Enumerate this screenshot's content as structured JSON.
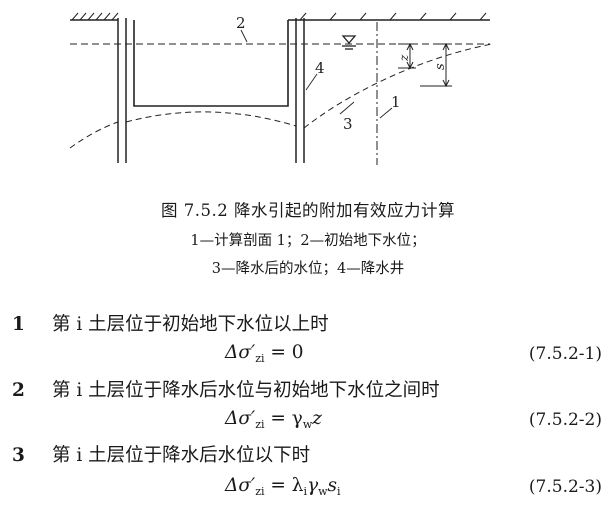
{
  "figure": {
    "labels": {
      "l1": "1",
      "l2": "2",
      "l3": "3",
      "l4": "4",
      "z": "z",
      "s": "s"
    }
  },
  "caption": {
    "title": "图 7.5.2   降水引起的附加有效应力计算",
    "line1": "1—计算剖面 1；2—初始地下水位；",
    "line2": "3—降水后的水位；4—降水井"
  },
  "items": [
    {
      "num": "1",
      "text": "第 i 土层位于初始地下水位以上时"
    },
    {
      "num": "2",
      "text": "第 i 土层位于降水后水位与初始地下水位之间时"
    },
    {
      "num": "3",
      "text": "第 i 土层位于降水后水位以下时"
    }
  ],
  "equations": [
    {
      "lhs": "Δσ′",
      "sub": "zi",
      "rhs": "= 0",
      "number": "(7.5.2-1)"
    },
    {
      "lhs": "Δσ′",
      "sub": "zi",
      "rhs": "= γ",
      "rhs_sub": "w",
      "rhs_tail": "z",
      "number": "(7.5.2-2)"
    },
    {
      "lhs": "Δσ′",
      "sub": "zi",
      "rhs": "= λ",
      "rhs_sub": "i",
      "rhs_mid": "γ",
      "rhs_sub2": "w",
      "rhs_tail": "s",
      "rhs_sub3": "i",
      "number": "(7.5.2-3)"
    }
  ]
}
